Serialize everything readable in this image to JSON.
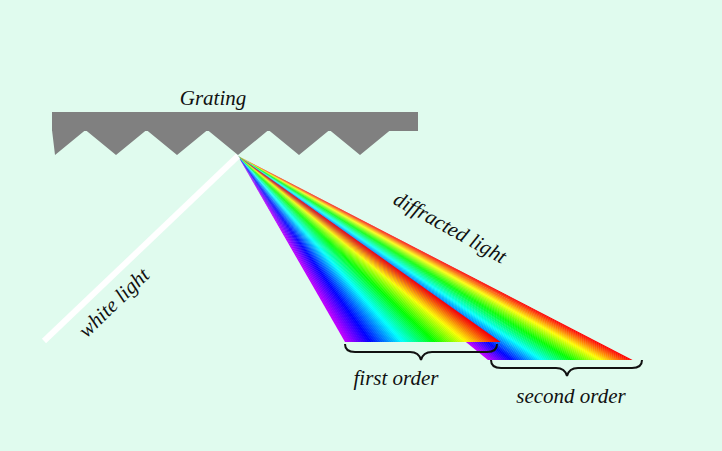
{
  "diagram": {
    "labels": [
      "Grating",
      "white light",
      "diffracted light",
      "first order",
      "second order"
    ]
  }
}
